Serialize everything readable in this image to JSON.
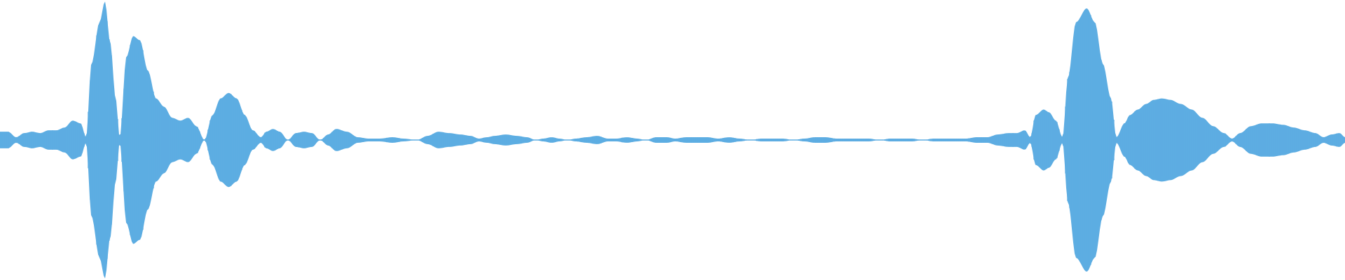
{
  "waveform": {
    "color": "#5DADE2",
    "background": "#FFFFFF",
    "duration_fraction_start": 0,
    "duration_fraction_end": 1,
    "envelope_fraction": [
      [
        0.0,
        0.06
      ],
      [
        0.006,
        0.06
      ],
      [
        0.012,
        0.02
      ],
      [
        0.018,
        0.05
      ],
      [
        0.024,
        0.06
      ],
      [
        0.03,
        0.05
      ],
      [
        0.036,
        0.07
      ],
      [
        0.042,
        0.07
      ],
      [
        0.048,
        0.09
      ],
      [
        0.054,
        0.14
      ],
      [
        0.06,
        0.12
      ],
      [
        0.064,
        0.02
      ],
      [
        0.068,
        0.55
      ],
      [
        0.074,
        0.85
      ],
      [
        0.078,
        1.0
      ],
      [
        0.082,
        0.7
      ],
      [
        0.086,
        0.3
      ],
      [
        0.089,
        0.02
      ],
      [
        0.094,
        0.6
      ],
      [
        0.099,
        0.75
      ],
      [
        0.104,
        0.72
      ],
      [
        0.11,
        0.5
      ],
      [
        0.116,
        0.3
      ],
      [
        0.122,
        0.24
      ],
      [
        0.128,
        0.16
      ],
      [
        0.134,
        0.14
      ],
      [
        0.14,
        0.16
      ],
      [
        0.146,
        0.1
      ],
      [
        0.152,
        0.0
      ],
      [
        0.158,
        0.18
      ],
      [
        0.164,
        0.3
      ],
      [
        0.17,
        0.34
      ],
      [
        0.176,
        0.3
      ],
      [
        0.182,
        0.18
      ],
      [
        0.188,
        0.07
      ],
      [
        0.194,
        0.02
      ],
      [
        0.198,
        0.06
      ],
      [
        0.203,
        0.08
      ],
      [
        0.208,
        0.06
      ],
      [
        0.214,
        0.0
      ],
      [
        0.22,
        0.05
      ],
      [
        0.226,
        0.06
      ],
      [
        0.232,
        0.05
      ],
      [
        0.238,
        0.0
      ],
      [
        0.244,
        0.04
      ],
      [
        0.25,
        0.08
      ],
      [
        0.258,
        0.06
      ],
      [
        0.266,
        0.02
      ],
      [
        0.274,
        0.01
      ],
      [
        0.282,
        0.01
      ],
      [
        0.292,
        0.02
      ],
      [
        0.3,
        0.01
      ],
      [
        0.31,
        0.0
      ],
      [
        0.318,
        0.03
      ],
      [
        0.326,
        0.06
      ],
      [
        0.334,
        0.05
      ],
      [
        0.342,
        0.04
      ],
      [
        0.35,
        0.03
      ],
      [
        0.356,
        0.01
      ],
      [
        0.362,
        0.02
      ],
      [
        0.368,
        0.03
      ],
      [
        0.376,
        0.04
      ],
      [
        0.384,
        0.03
      ],
      [
        0.392,
        0.02
      ],
      [
        0.398,
        0.0
      ],
      [
        0.404,
        0.01
      ],
      [
        0.41,
        0.02
      ],
      [
        0.416,
        0.01
      ],
      [
        0.422,
        0.0
      ],
      [
        0.428,
        0.01
      ],
      [
        0.436,
        0.02
      ],
      [
        0.444,
        0.03
      ],
      [
        0.452,
        0.01
      ],
      [
        0.458,
        0.01
      ],
      [
        0.466,
        0.02
      ],
      [
        0.474,
        0.01
      ],
      [
        0.48,
        0.0
      ],
      [
        0.488,
        0.02
      ],
      [
        0.496,
        0.02
      ],
      [
        0.502,
        0.01
      ],
      [
        0.51,
        0.02
      ],
      [
        0.518,
        0.02
      ],
      [
        0.526,
        0.02
      ],
      [
        0.534,
        0.01
      ],
      [
        0.542,
        0.02
      ],
      [
        0.55,
        0.01
      ],
      [
        0.558,
        0.0
      ],
      [
        0.566,
        0.01
      ],
      [
        0.574,
        0.01
      ],
      [
        0.582,
        0.01
      ],
      [
        0.59,
        0.0
      ],
      [
        0.598,
        0.01
      ],
      [
        0.606,
        0.02
      ],
      [
        0.614,
        0.02
      ],
      [
        0.622,
        0.01
      ],
      [
        0.63,
        0.01
      ],
      [
        0.638,
        0.01
      ],
      [
        0.646,
        0.01
      ],
      [
        0.654,
        0.0
      ],
      [
        0.662,
        0.01
      ],
      [
        0.67,
        0.01
      ],
      [
        0.678,
        0.01
      ],
      [
        0.686,
        0.0
      ],
      [
        0.694,
        0.01
      ],
      [
        0.702,
        0.01
      ],
      [
        0.71,
        0.01
      ],
      [
        0.718,
        0.01
      ],
      [
        0.726,
        0.02
      ],
      [
        0.734,
        0.02
      ],
      [
        0.742,
        0.04
      ],
      [
        0.75,
        0.05
      ],
      [
        0.756,
        0.05
      ],
      [
        0.762,
        0.07
      ],
      [
        0.766,
        0.02
      ],
      [
        0.77,
        0.18
      ],
      [
        0.776,
        0.22
      ],
      [
        0.78,
        0.2
      ],
      [
        0.785,
        0.14
      ],
      [
        0.79,
        0.02
      ],
      [
        0.794,
        0.45
      ],
      [
        0.8,
        0.85
      ],
      [
        0.808,
        0.95
      ],
      [
        0.814,
        0.85
      ],
      [
        0.82,
        0.55
      ],
      [
        0.826,
        0.3
      ],
      [
        0.83,
        0.02
      ],
      [
        0.836,
        0.12
      ],
      [
        0.84,
        0.18
      ],
      [
        0.846,
        0.22
      ],
      [
        0.852,
        0.26
      ],
      [
        0.858,
        0.29
      ],
      [
        0.864,
        0.3
      ],
      [
        0.87,
        0.29
      ],
      [
        0.878,
        0.26
      ],
      [
        0.886,
        0.22
      ],
      [
        0.894,
        0.16
      ],
      [
        0.902,
        0.1
      ],
      [
        0.91,
        0.05
      ],
      [
        0.916,
        0.01
      ],
      [
        0.922,
        0.05
      ],
      [
        0.93,
        0.1
      ],
      [
        0.938,
        0.12
      ],
      [
        0.946,
        0.12
      ],
      [
        0.954,
        0.11
      ],
      [
        0.962,
        0.09
      ],
      [
        0.97,
        0.07
      ],
      [
        0.978,
        0.05
      ],
      [
        0.984,
        0.02
      ],
      [
        0.99,
        0.04
      ],
      [
        0.996,
        0.05
      ],
      [
        1.0,
        0.02
      ]
    ]
  }
}
